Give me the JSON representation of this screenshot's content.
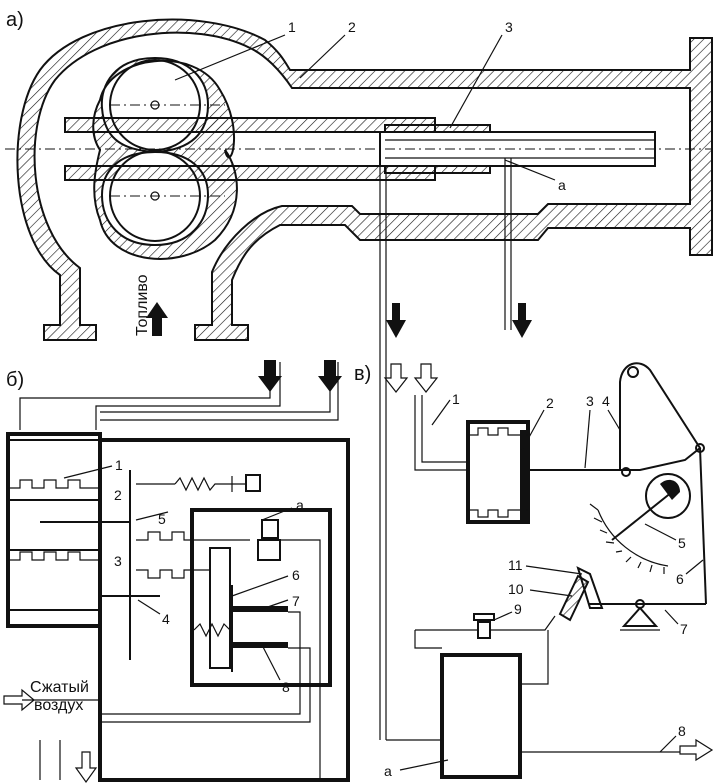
{
  "panels": {
    "a": {
      "label": "а)"
    },
    "b": {
      "label": "б)"
    },
    "v": {
      "label": "в)"
    }
  },
  "pump_a": {
    "inlet_label": "Топливо",
    "callouts": [
      "1",
      "2",
      "3",
      "а"
    ]
  },
  "schematic_b": {
    "callouts": [
      "1",
      "2",
      "3",
      "4",
      "5",
      "6",
      "7",
      "8",
      "а"
    ],
    "air_label_line1": "Сжатый",
    "air_label_line2": "воздух"
  },
  "schematic_v": {
    "callouts": [
      "1",
      "2",
      "3",
      "4",
      "5",
      "6",
      "7",
      "8",
      "9",
      "10",
      "11",
      "а"
    ]
  }
}
